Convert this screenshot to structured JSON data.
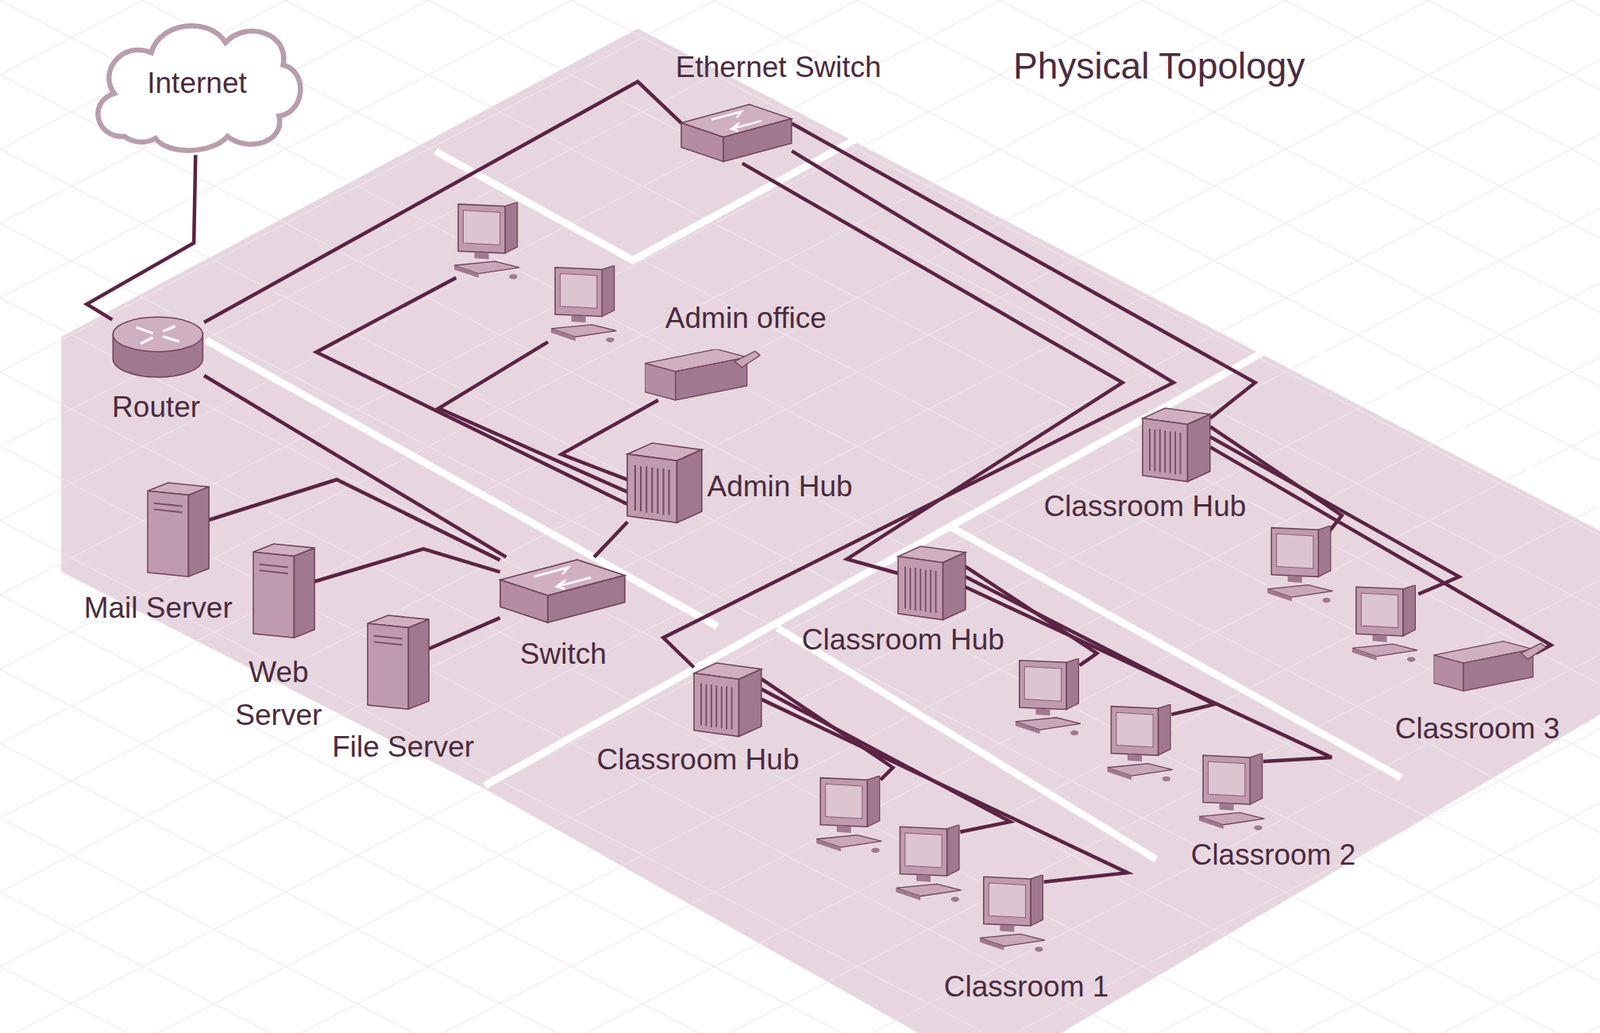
{
  "diagram": {
    "title": "Physical Topology",
    "nodes": [
      {
        "text": [
          "Internet"
        ]
      },
      {
        "text": [
          "Ethernet Switch"
        ]
      },
      {
        "text": [
          "Router"
        ]
      },
      {
        "text": [
          "Admin Hub"
        ]
      },
      {
        "text": [
          "Classroom Hub"
        ]
      },
      {
        "text": [
          "Mail Server"
        ]
      },
      {
        "text": [
          "Web Server"
        ]
      },
      {
        "text": [
          "Switch"
        ]
      },
      {
        "text": [
          "File Server"
        ]
      },
      {
        "text": [
          "Classroom Hub"
        ]
      },
      {
        "text": [
          "Classroom Hub"
        ]
      }
    ],
    "edges": [
      {
        "from": 0,
        "to": 2,
        "arrow": "none"
      },
      {
        "from": 2,
        "to": 1,
        "arrow": "none"
      },
      {
        "from": 2,
        "to": 7,
        "arrow": "none"
      },
      {
        "from": 1,
        "to": 4,
        "arrow": "none"
      },
      {
        "from": 1,
        "to": 9,
        "arrow": "none"
      },
      {
        "from": 1,
        "to": 10,
        "arrow": "none"
      },
      {
        "from": 3,
        "to": 7,
        "arrow": "none"
      },
      {
        "from": 7,
        "to": 5,
        "arrow": "none"
      },
      {
        "from": 7,
        "to": 6,
        "arrow": "none"
      },
      {
        "from": 7,
        "to": 8,
        "arrow": "none"
      }
    ],
    "labels": [
      "Admin office",
      "Classroom 3",
      "Classroom 2",
      "Classroom 1"
    ]
  }
}
